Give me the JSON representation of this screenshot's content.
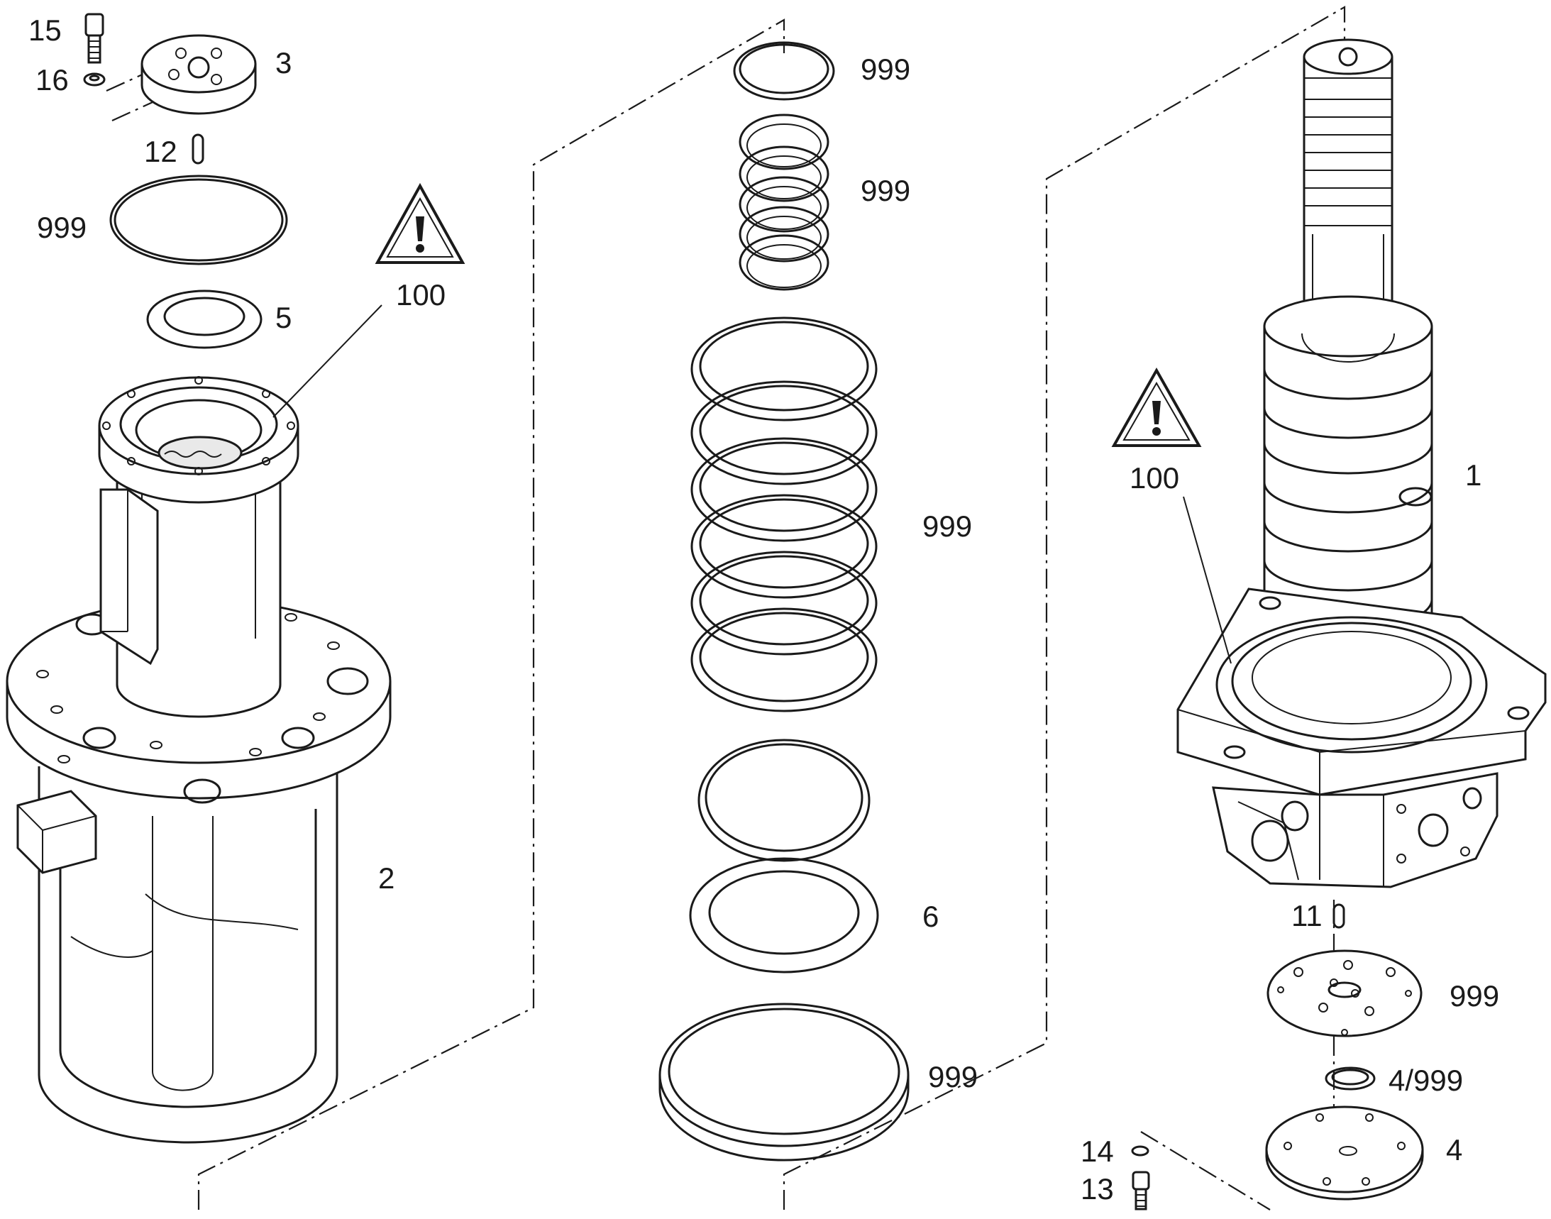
{
  "callouts": {
    "c15": "15",
    "c16": "16",
    "c3": "3",
    "c12": "12",
    "c999_ring_left": "999",
    "c100_left": "100",
    "c5": "5",
    "c2": "2",
    "c999_top_ring": "999",
    "c999_small_stack": "999",
    "c999_large_stack": "999",
    "c6": "6",
    "c999_bottom_ring": "999",
    "c1": "1",
    "c100_right": "100",
    "c11": "11",
    "c999_plate": "999",
    "c4_999": "4/999",
    "c4": "4",
    "c14": "14",
    "c13": "13"
  },
  "icons": {
    "warning_left": "warning-triangle-icon",
    "warning_right": "warning-triangle-icon"
  },
  "colors": {
    "line": "#1a1a1a",
    "background": "#ffffff",
    "shade": "#e9e9e9"
  }
}
